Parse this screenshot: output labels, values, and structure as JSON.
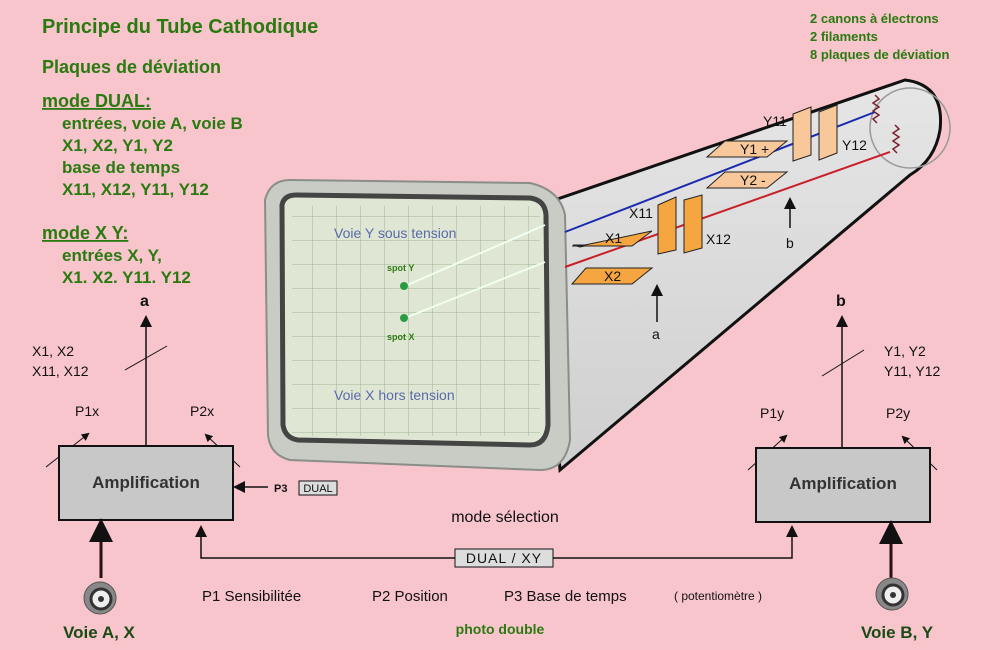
{
  "title": "Principe du Tube Cathodique",
  "subtitle": "Plaques de déviation",
  "top_right": [
    "2 canons à électrons",
    "2 filaments",
    "8 plaques de déviation"
  ],
  "mode_dual": {
    "heading": "mode DUAL:",
    "lines": [
      "entrées, voie A, voie B",
      "X1, X2, Y1, Y2",
      "base de temps",
      "X11, X12, Y11, Y12"
    ]
  },
  "mode_xy": {
    "heading": "mode X Y:",
    "lines": [
      "entrées X, Y,",
      "X1. X2. Y11. Y12"
    ]
  },
  "screen": {
    "voie_y": "Voie Y sous tension",
    "voie_x": "Voie X hors tension",
    "spot_y": "spot Y",
    "spot_x": "spot X"
  },
  "plates": {
    "x1": "X1",
    "x2": "X2",
    "x11": "X11",
    "x12": "X12",
    "y1": "Y1 +",
    "y2": "Y2 -",
    "y11": "Y11",
    "y12": "Y12",
    "arrow_a": "a",
    "arrow_b": "b"
  },
  "left": {
    "arrow": "a",
    "bus1": "X1, X2",
    "bus2": "X11, X12",
    "p1": "P1x",
    "p2": "P2x",
    "box": "Amplification",
    "p3": "P3",
    "dual": "DUAL",
    "input": "Voie A, X"
  },
  "right": {
    "arrow": "b",
    "bus1": "Y1, Y2",
    "bus2": "Y11, Y12",
    "p1": "P1y",
    "p2": "P2y",
    "box": "Amplification",
    "input": "Voie B, Y"
  },
  "mode_selection": "mode sélection",
  "selector": "DUAL / XY",
  "legend": {
    "p1": "P1 Sensibilitée",
    "p2": "P2 Position",
    "p3": "P3 Base de temps",
    "pot": "( potentiomètre )"
  },
  "caption": "photo double",
  "colors": {
    "background": "#f8c5cc",
    "heading": "#2a7a10",
    "beam_y": "#1a2ab0",
    "beam_x": "#c8202a",
    "plate": "#f5a640"
  }
}
